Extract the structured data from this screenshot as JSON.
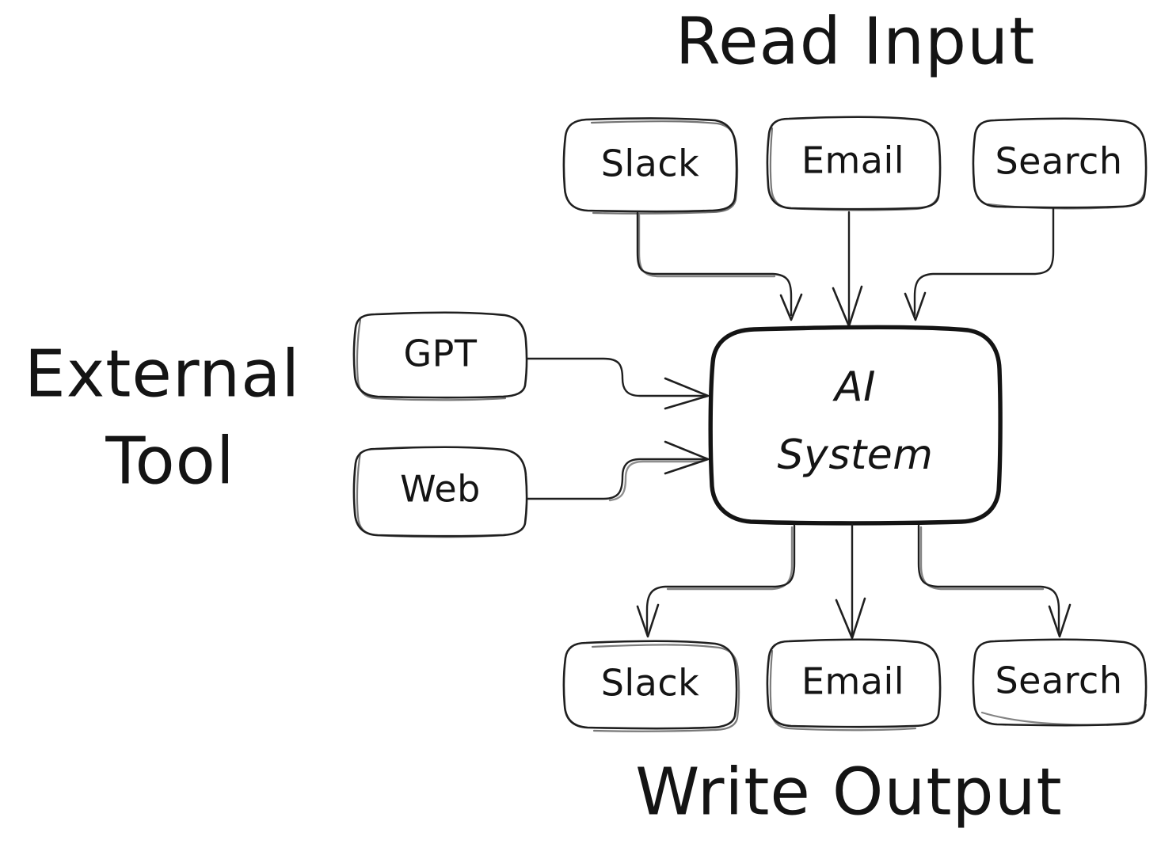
{
  "diagram": {
    "title": "AI System input/output and external tool diagram",
    "style": "hand-drawn sketch",
    "ink_color": "#1f1f1f",
    "background_color": "#ffffff",
    "groups": {
      "read_input": {
        "label": "Read Input",
        "position": "top"
      },
      "external_tool": {
        "label_line1": "External",
        "label_line2": "Tool",
        "position": "left"
      },
      "write_output": {
        "label": "Write Output",
        "position": "bottom"
      }
    },
    "center_node": {
      "label_line1": "AI",
      "label_line2": "System"
    },
    "input_nodes": [
      {
        "label": "Slack"
      },
      {
        "label": "Email"
      },
      {
        "label": "Search"
      }
    ],
    "tool_nodes": [
      {
        "label": "GPT"
      },
      {
        "label": "Web"
      }
    ],
    "output_nodes": [
      {
        "label": "Slack"
      },
      {
        "label": "Email"
      },
      {
        "label": "Search"
      }
    ]
  }
}
